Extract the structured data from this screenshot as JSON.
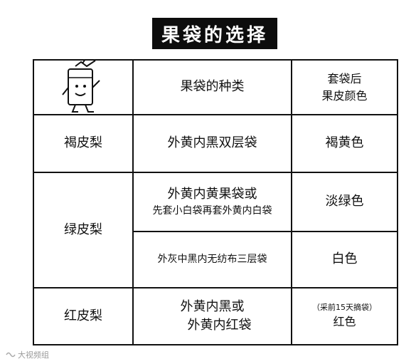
{
  "title": "果袋的选择",
  "header": {
    "bag_type": "果袋的种类",
    "color_line1": "套袋后",
    "color_line2": "果皮颜色"
  },
  "rows": [
    {
      "pear": "褐皮梨",
      "bag": "外黄内黑双层袋",
      "color": "褐黄色"
    },
    {
      "pear": "绿皮梨",
      "bag1_line1": "外黄内黄果袋或",
      "bag1_line2": "先套小白袋再套外黄内白袋",
      "color1": "淡绿色",
      "bag2": "外灰中黑内无纺布三层袋",
      "color2": "白色"
    },
    {
      "pear": "红皮梨",
      "bag_line1": "外黄内黑或",
      "bag_line2": "外黄内红袋",
      "color_note": "（采前15天摘袋）",
      "color": "红色"
    }
  ],
  "watermark": "大视频组"
}
